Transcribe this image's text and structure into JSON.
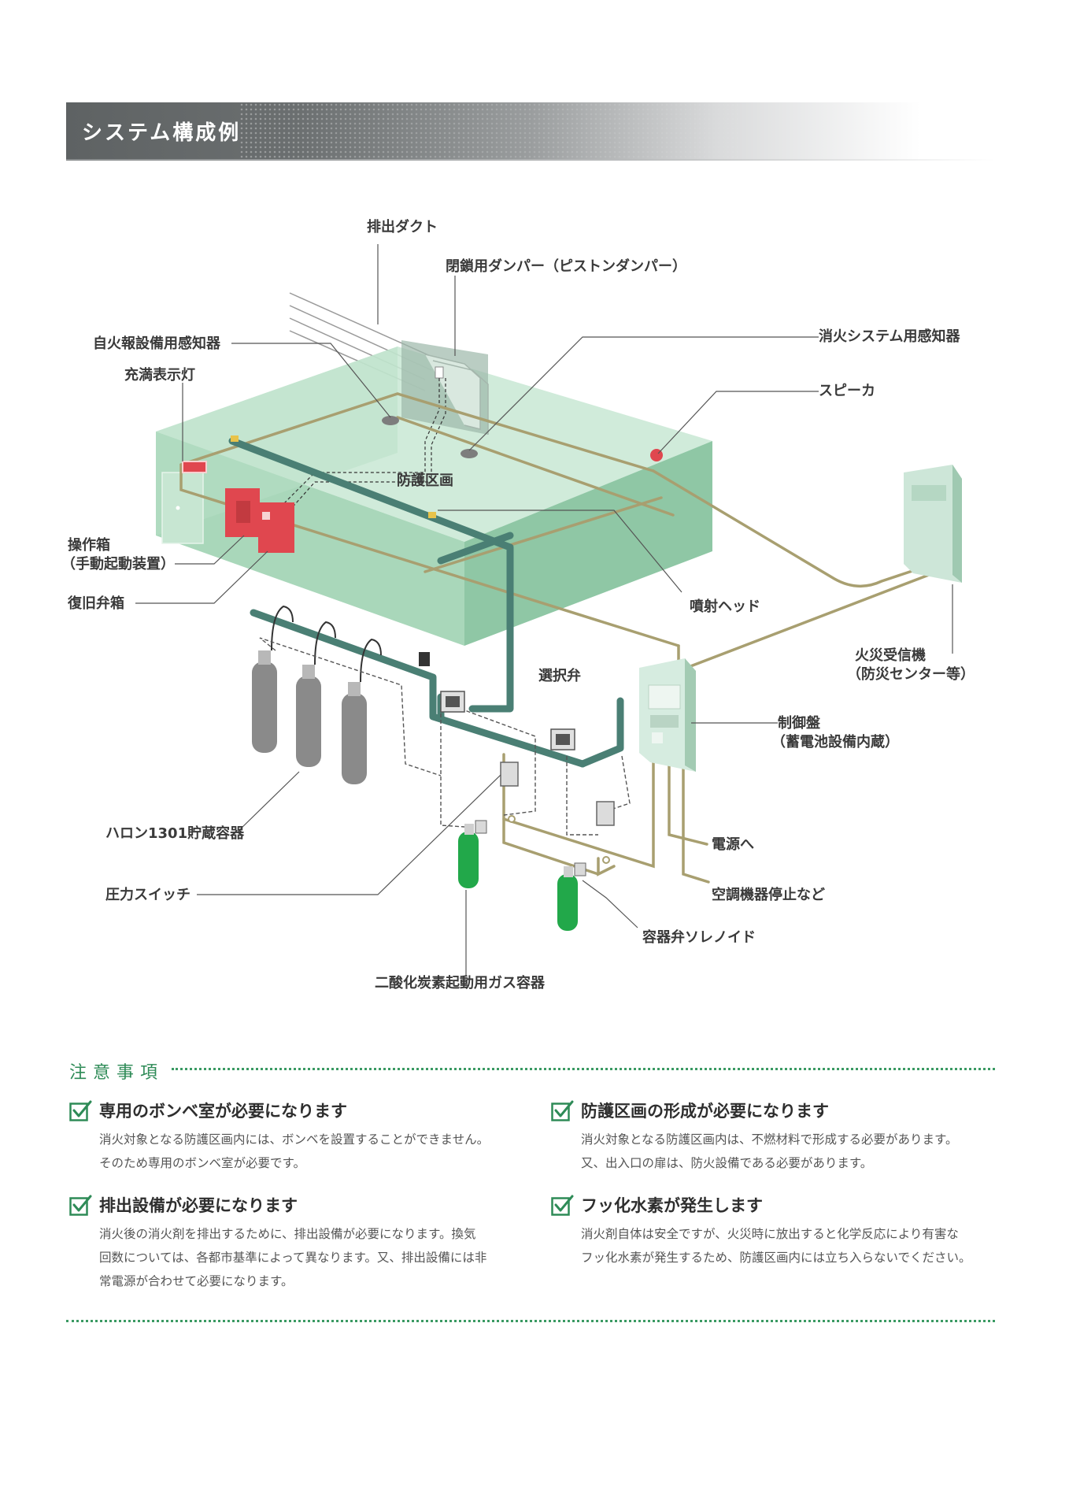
{
  "header": {
    "title": "システム構成例"
  },
  "diagram": {
    "labels": {
      "exhaust_duct": "排出ダクト",
      "damper": "閉鎖用ダンパー（ピストンダンパー）",
      "fire_alarm_sensor": "自火報設備用感知器",
      "filled_indicator": "充満表示灯",
      "extinguish_sensor": "消火システム用感知器",
      "speaker": "スピーカ",
      "protected_zone": "防護区画",
      "operation_box_line1": "操作箱",
      "operation_box_line2": "（手動起動装置）",
      "reset_valve_box": "復旧弁箱",
      "spray_head": "噴射ヘッド",
      "fire_receiver_line1": "火災受信機",
      "fire_receiver_line2": "（防災センター等）",
      "selector_valve": "選択弁",
      "control_panel_line1": "制御盤",
      "control_panel_line2": "（蓄電池設備内蔵）",
      "halon_container": "ハロン1301貯蔵容器",
      "to_power": "電源へ",
      "hvac_stop": "空調機器停止など",
      "pressure_switch": "圧力スイッチ",
      "container_solenoid": "容器弁ソレノイド",
      "co2_container": "二酸化炭素起動用ガス容器"
    },
    "colors": {
      "room_fill": "#9fd0b2",
      "pipe": "#4a7f74",
      "wire": "#a89f70",
      "red_box": "#e0474f",
      "halon": "#8a8a8a",
      "co2": "#22a84a",
      "panel": "#d6ece0"
    }
  },
  "notes": {
    "title": "注意事項",
    "items": [
      {
        "heading": "専用のボンベ室が必要になります",
        "lines": [
          "消火対象となる防護区画内には、ボンベを設置することができません。",
          "そのため専用のボンベ室が必要です。"
        ]
      },
      {
        "heading": "防護区画の形成が必要になります",
        "lines": [
          "消火対象となる防護区画内は、不燃材料で形成する必要があります。",
          "又、出入口の扉は、防火設備である必要があります。"
        ]
      },
      {
        "heading": "排出設備が必要になります",
        "lines": [
          "消火後の消火剤を排出するために、排出設備が必要になります。換気",
          "回数については、各都市基準によって異なります。又、排出設備には非",
          "常電源が合わせて必要になります。"
        ]
      },
      {
        "heading": "フッ化水素が発生します",
        "lines": [
          "消火剤自体は安全ですが、火災時に放出すると化学反応により有害な",
          "フッ化水素が発生するため、防護区画内には立ち入らないでください。"
        ]
      }
    ]
  }
}
